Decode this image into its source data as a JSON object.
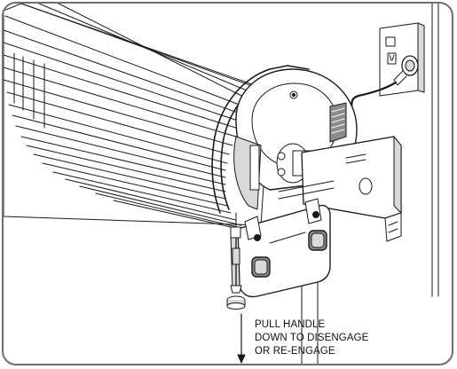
{
  "caption": {
    "line1": "PULL HANDLE",
    "line2": "DOWN TO DISENGAGE",
    "line3": "OR RE-ENGAGE"
  },
  "colors": {
    "line": "#1a1a1a",
    "fill_light": "#ffffff",
    "fill_shade": "#d9d9d9",
    "fill_dark": "#8c8c8c",
    "frame": "#6e6e6e"
  },
  "icons": [
    "power-outlet-icon",
    "down-arrow-icon"
  ]
}
